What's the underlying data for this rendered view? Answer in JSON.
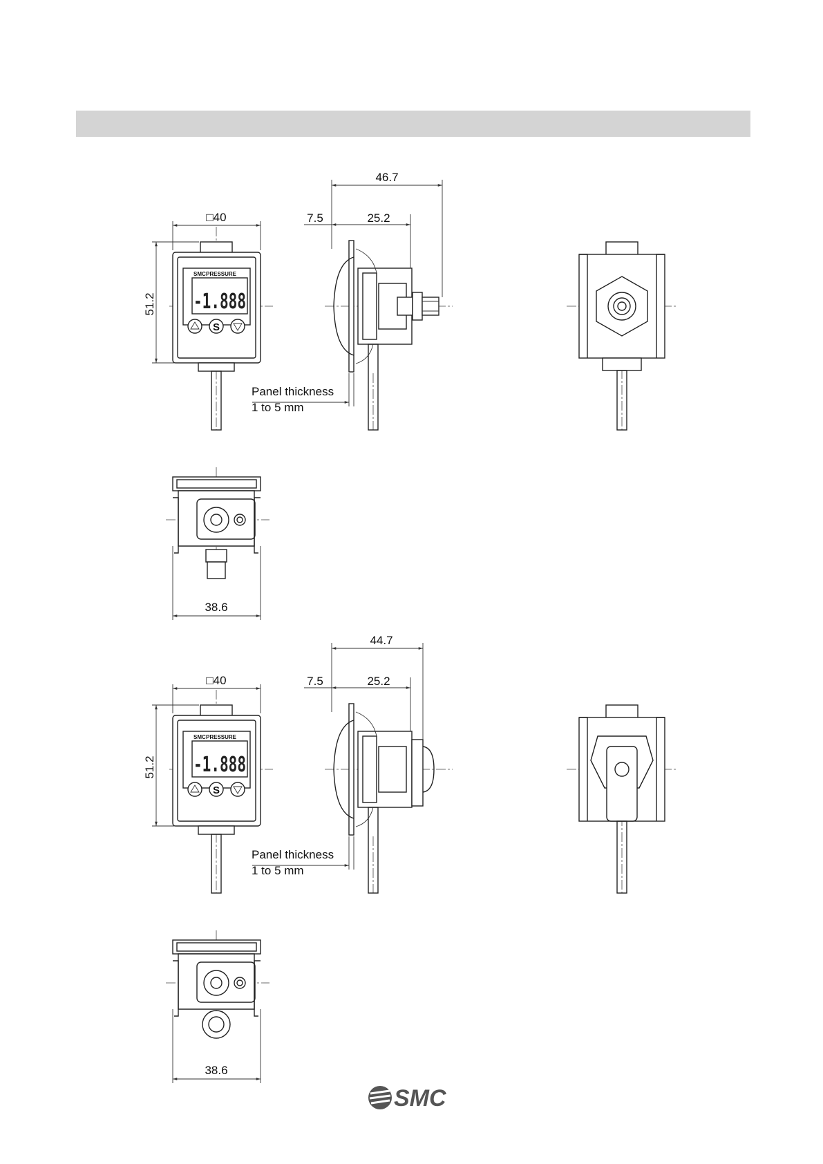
{
  "header": {
    "title": ""
  },
  "drawing_1": {
    "square_dim": "□40",
    "height_dim": "51.2",
    "overall_depth_dim": "46.7",
    "front_offset_dim": "7.5",
    "body_depth_dim": "25.2",
    "note_line_1": "Panel thickness",
    "note_line_2": "1 to 5 mm",
    "bottom_width_dim": "38.6"
  },
  "drawing_2": {
    "square_dim": "□40",
    "height_dim": "51.2",
    "overall_depth_dim": "44.7",
    "front_offset_dim": "7.5",
    "body_depth_dim": "25.2",
    "note_line_1": "Panel thickness",
    "note_line_2": "1 to 5 mm",
    "bottom_width_dim": "38.6"
  },
  "display": {
    "brand": "SMC",
    "label": "PRESSURE",
    "readout": "-1.888",
    "button_set": "S"
  },
  "footer": {
    "logo_text": "SMC"
  }
}
